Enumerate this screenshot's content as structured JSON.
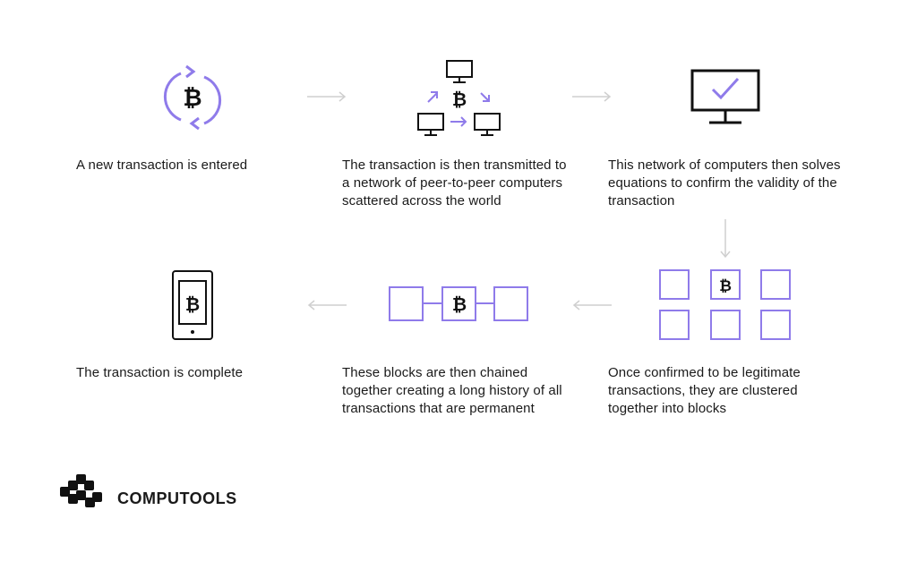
{
  "steps": [
    {
      "text": "A new transaction is entered",
      "icon": "bitcoin-cycle-icon"
    },
    {
      "text": "The transaction is then transmitted to a network of peer-to-peer computers scattered across the world",
      "icon": "peer-network-icon"
    },
    {
      "text": "This network of computers then solves equations to confirm the validity of the transaction",
      "icon": "monitor-check-icon"
    },
    {
      "text": "Once confirmed to be legitimate transactions, they are clustered together into blocks",
      "icon": "block-grid-icon"
    },
    {
      "text": "These blocks are then chained together creating a long history of all transactions that are permanent",
      "icon": "chained-blocks-icon"
    },
    {
      "text": "The transaction is complete",
      "icon": "phone-bitcoin-icon"
    }
  ],
  "brand": {
    "name": "COMPUTOOLS",
    "logo": "computools-logo-icon"
  },
  "symbols": {
    "bitcoin": "₿"
  },
  "colors": {
    "accent": "#8f7bea",
    "ink": "#111111",
    "arrow": "#cfcfcf"
  }
}
